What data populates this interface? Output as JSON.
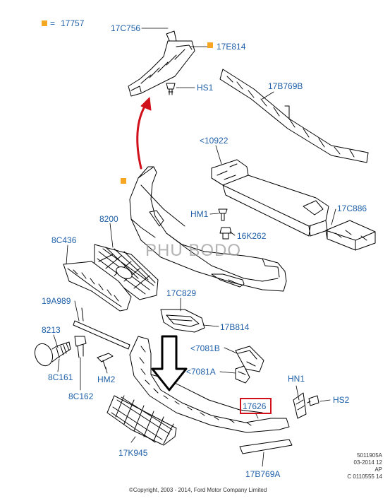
{
  "legend": {
    "symbol_color": "#f5a623",
    "equals": "=",
    "code": "17757"
  },
  "parts": [
    {
      "id": "p1",
      "code": "17C756"
    },
    {
      "id": "p2",
      "code": "17E814"
    },
    {
      "id": "p3",
      "code": "HS1"
    },
    {
      "id": "p4",
      "code": "17B769B"
    },
    {
      "id": "p5",
      "code": "<10922"
    },
    {
      "id": "p6",
      "code": "17C886"
    },
    {
      "id": "p7",
      "code": "HM1"
    },
    {
      "id": "p8",
      "code": "16K262"
    },
    {
      "id": "p9",
      "code": "8200"
    },
    {
      "id": "p10",
      "code": "8C436"
    },
    {
      "id": "p11",
      "code": "19A989"
    },
    {
      "id": "p12",
      "code": "17C829"
    },
    {
      "id": "p13",
      "code": "17B814"
    },
    {
      "id": "p14",
      "code": "8213"
    },
    {
      "id": "p15",
      "code": "<7081B"
    },
    {
      "id": "p16",
      "code": "<7081A"
    },
    {
      "id": "p17",
      "code": "8C161"
    },
    {
      "id": "p18",
      "code": "HM2"
    },
    {
      "id": "p19",
      "code": "8C162"
    },
    {
      "id": "p20",
      "code": "HN1"
    },
    {
      "id": "p21",
      "code": "HS2"
    },
    {
      "id": "p22",
      "code": "17626"
    },
    {
      "id": "p23",
      "code": "17K945"
    },
    {
      "id": "p24",
      "code": "17B769A"
    }
  ],
  "highlight": {
    "part": "17626",
    "color": "#d0101a"
  },
  "watermark": "PHU BODO",
  "meta": {
    "line1": "5011905A",
    "line2": "03-2014 12",
    "line3": "AP",
    "line4": "C 0110555 14"
  },
  "copyright": "©Copyright, 2003 - 2014, Ford Motor Company Limited",
  "colors": {
    "label": "#1f5fa8",
    "arrow": "#d0101a",
    "line": "#000000"
  }
}
